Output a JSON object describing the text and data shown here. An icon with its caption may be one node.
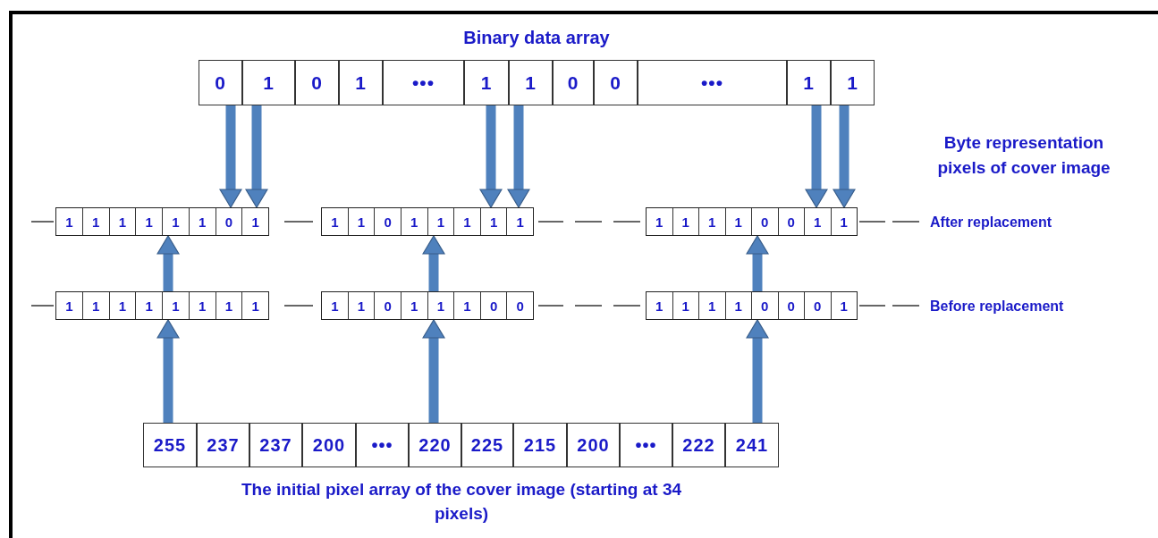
{
  "diagram": {
    "nodes": [
      {
        "text": [
          "Binary data array"
        ]
      },
      {
        "text": [
          "0"
        ],
        "in": 0
      },
      {
        "text": [
          "1"
        ],
        "in": 0
      },
      {
        "text": [
          "0"
        ],
        "in": 0
      },
      {
        "text": [
          "1"
        ],
        "in": 0
      },
      {
        "text": [
          "•••"
        ],
        "in": 0
      },
      {
        "text": [
          "1"
        ],
        "in": 0
      },
      {
        "text": [
          "1"
        ],
        "in": 0
      },
      {
        "text": [
          "0"
        ],
        "in": 0
      },
      {
        "text": [
          "0"
        ],
        "in": 0
      },
      {
        "text": [
          "•••"
        ],
        "in": 0
      },
      {
        "text": [
          "1"
        ],
        "in": 0
      },
      {
        "text": [
          "1"
        ],
        "in": 0
      },
      {
        "text": [
          "1",
          "1",
          "1",
          "1",
          "1",
          "1",
          "0",
          "1"
        ]
      },
      {
        "text": [
          "1",
          "1",
          "0",
          "1",
          "1",
          "1",
          "1",
          "1"
        ]
      },
      {
        "text": [
          "1",
          "1",
          "1",
          "1",
          "0",
          "0",
          "1",
          "1"
        ]
      },
      {
        "text": [
          "1",
          "1",
          "1",
          "1",
          "1",
          "1",
          "1",
          "1"
        ]
      },
      {
        "text": [
          "1",
          "1",
          "0",
          "1",
          "1",
          "1",
          "0",
          "0"
        ]
      },
      {
        "text": [
          "1",
          "1",
          "1",
          "1",
          "0",
          "0",
          "0",
          "1"
        ]
      },
      {
        "text": [
          "The initial pixel array of the cover image (starting at 34 pixels)"
        ]
      },
      {
        "text": [
          "255"
        ],
        "in": 19
      },
      {
        "text": [
          "237"
        ],
        "in": 19
      },
      {
        "text": [
          "237"
        ],
        "in": 19
      },
      {
        "text": [
          "200"
        ],
        "in": 19
      },
      {
        "text": [
          "•••"
        ],
        "in": 19
      },
      {
        "text": [
          "220"
        ],
        "in": 19
      },
      {
        "text": [
          "225"
        ],
        "in": 19
      },
      {
        "text": [
          "215"
        ],
        "in": 19
      },
      {
        "text": [
          "200"
        ],
        "in": 19
      },
      {
        "text": [
          "•••"
        ],
        "in": 19
      },
      {
        "text": [
          "222"
        ],
        "in": 19
      },
      {
        "text": [
          "241"
        ],
        "in": 19
      }
    ],
    "edges": [
      {
        "from": 1,
        "to": 13,
        "arrow": "to"
      },
      {
        "from": 2,
        "to": 13,
        "arrow": "to"
      },
      {
        "from": 6,
        "to": 14,
        "arrow": "to"
      },
      {
        "from": 7,
        "to": 14,
        "arrow": "to"
      },
      {
        "from": 11,
        "to": 15,
        "arrow": "to"
      },
      {
        "from": 12,
        "to": 15,
        "arrow": "to"
      },
      {
        "from": 16,
        "to": 13,
        "arrow": "to"
      },
      {
        "from": 17,
        "to": 14,
        "arrow": "to"
      },
      {
        "from": 18,
        "to": 15,
        "arrow": "to"
      },
      {
        "from": 20,
        "to": 16,
        "arrow": "to"
      },
      {
        "from": 25,
        "to": 17,
        "arrow": "to"
      },
      {
        "from": 31,
        "to": 18,
        "arrow": "to"
      }
    ],
    "labels": [
      "Byte representation pixels of cover image",
      "After replacement",
      "Before replacement"
    ]
  }
}
